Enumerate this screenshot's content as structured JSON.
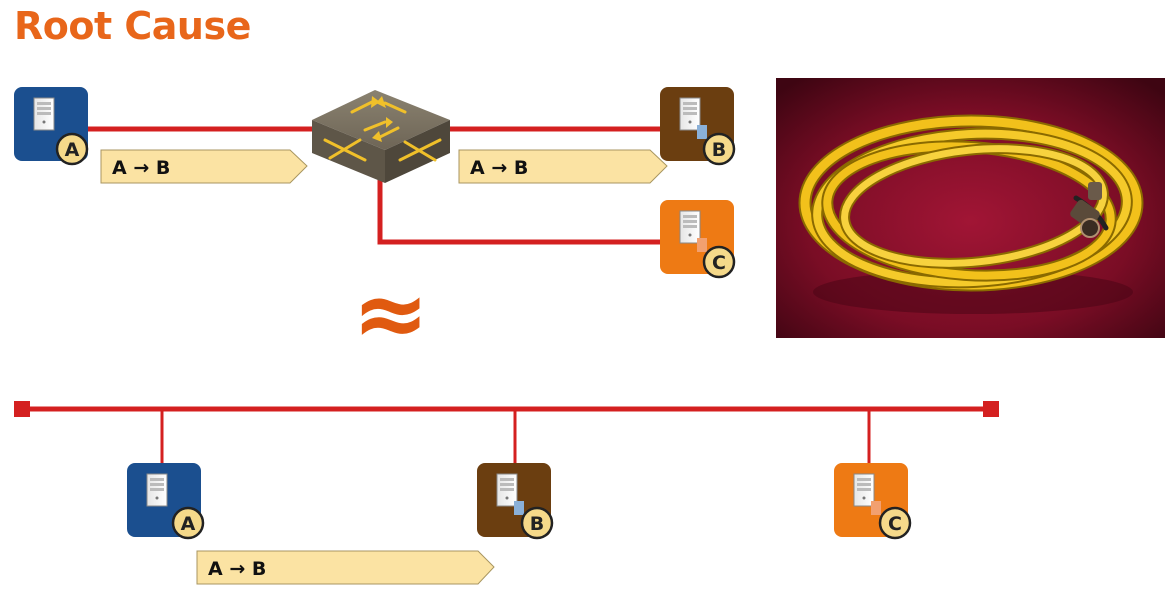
{
  "title": "Root Cause",
  "flow_label": "A → B",
  "approx_symbol": "≈",
  "nodes": {
    "a": "A",
    "b": "B",
    "c": "C"
  },
  "colors": {
    "accent": "#e8661a",
    "link": "#d42020",
    "server_a": "#1b4f8f",
    "server_b": "#6b3e10",
    "server_c": "#ee7a14",
    "flow_fill": "#fbe3a3",
    "badge_fill": "#f5d98a",
    "switch": "#6e6556",
    "switch_arrows": "#f0c02a",
    "cable": "#f2c11b",
    "photo_bg": "#7a0d25"
  },
  "icons": [
    "server-icon",
    "switch-icon",
    "cable-photo"
  ]
}
